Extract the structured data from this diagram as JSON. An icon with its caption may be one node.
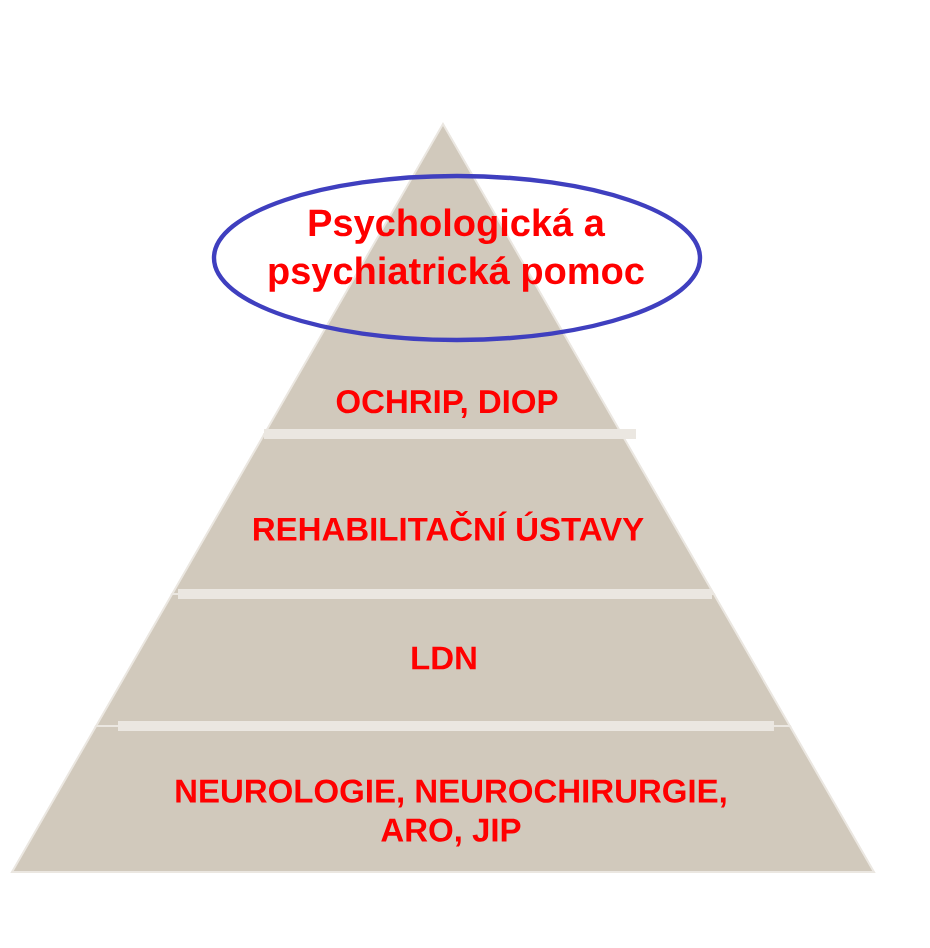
{
  "diagram": {
    "nodes": [
      {
        "text": [
          "Psychologická a psychiatrická pomoc"
        ]
      },
      {
        "text": [
          "OCHRIP, DIOP"
        ]
      },
      {
        "text": [
          "REHABILITAČNÍ ÚSTAVY"
        ]
      },
      {
        "text": [
          "LDN"
        ]
      },
      {
        "text": [
          "NEUROLOGIE, NEUROCHIRURGIE, ARO, JIP"
        ]
      }
    ]
  }
}
